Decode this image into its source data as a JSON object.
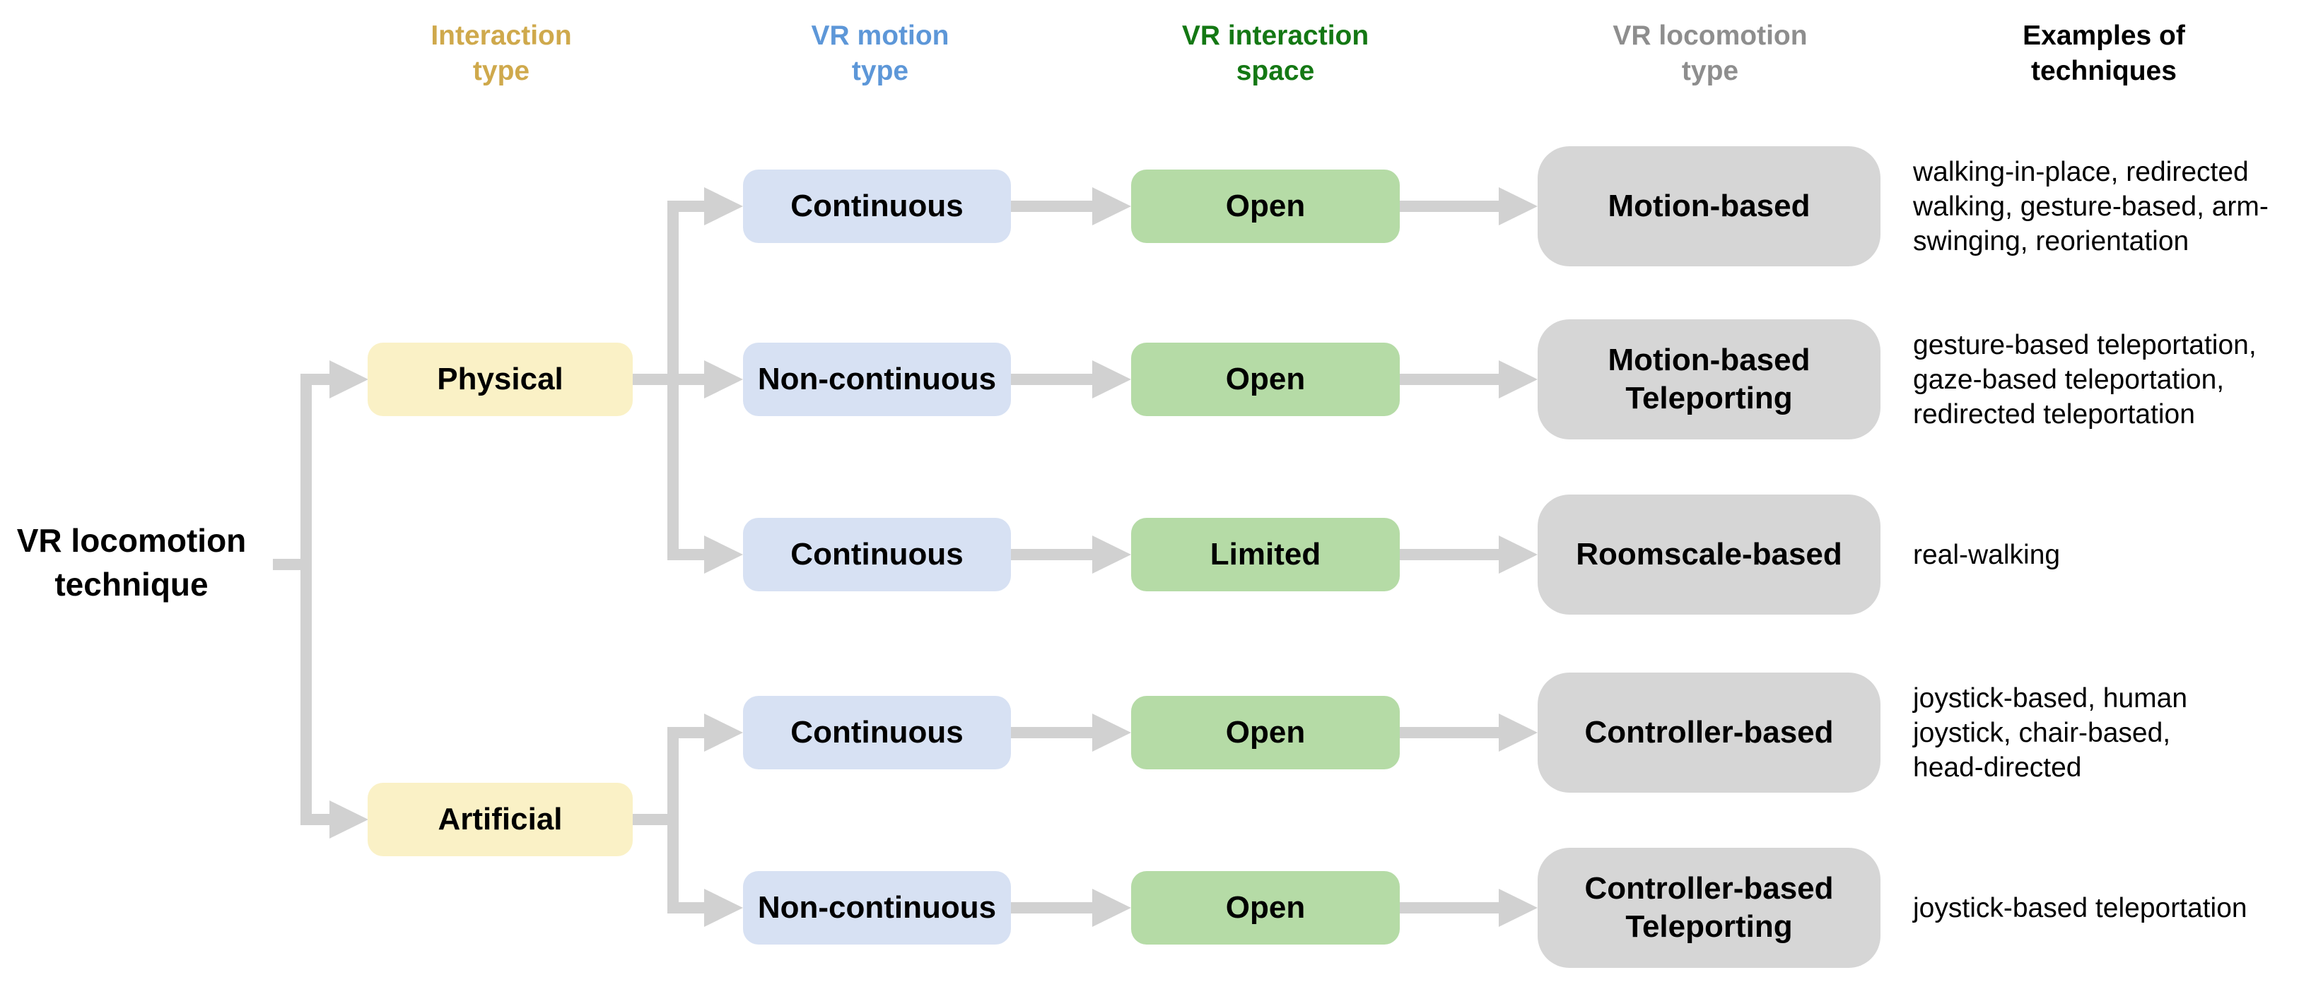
{
  "headers": [
    {
      "label": "Interaction\ntype"
    },
    {
      "label": "VR motion\ntype"
    },
    {
      "label": "VR interaction\nspace"
    },
    {
      "label": "VR locomotion\ntype"
    },
    {
      "label": "Examples of\ntechniques"
    }
  ],
  "root": {
    "label": "VR locomotion\ntechnique"
  },
  "branches": [
    {
      "label": "Physical"
    },
    {
      "label": "Artificial"
    }
  ],
  "rows": [
    {
      "motion_type": "Continuous",
      "interaction_space": "Open",
      "locomotion_type": "Motion-based",
      "examples": "walking-in-place, redirected\nwalking, gesture-based, arm-\nswinging, reorientation"
    },
    {
      "motion_type": "Non-continuous",
      "interaction_space": "Open",
      "locomotion_type": "Motion-based\nTeleporting",
      "examples": "gesture-based teleportation,\ngaze-based teleportation,\nredirected teleportation"
    },
    {
      "motion_type": "Continuous",
      "interaction_space": "Limited",
      "locomotion_type": "Roomscale-based",
      "examples": "real-walking"
    },
    {
      "motion_type": "Continuous",
      "interaction_space": "Open",
      "locomotion_type": "Controller-based",
      "examples": "joystick-based, human\njoystick, chair-based,\nhead-directed"
    },
    {
      "motion_type": "Non-continuous",
      "interaction_space": "Open",
      "locomotion_type": "Controller-based\nTeleporting",
      "examples": "joystick-based teleportation"
    }
  ],
  "colors": {
    "header_interaction_type": "#CFA94C",
    "header_vr_motion_type": "#5D97D8",
    "header_vr_interaction_space": "#147814",
    "header_vr_locomotion_type": "#8E8E8E",
    "header_examples": "#000000",
    "node_yellow": "#FAF1C6",
    "node_blue": "#D7E1F3",
    "node_green": "#B5DBA6",
    "node_gray": "#D6D6D6",
    "connector_gray": "#D1D1D1",
    "text": "#000000",
    "background": "#FFFFFF"
  }
}
